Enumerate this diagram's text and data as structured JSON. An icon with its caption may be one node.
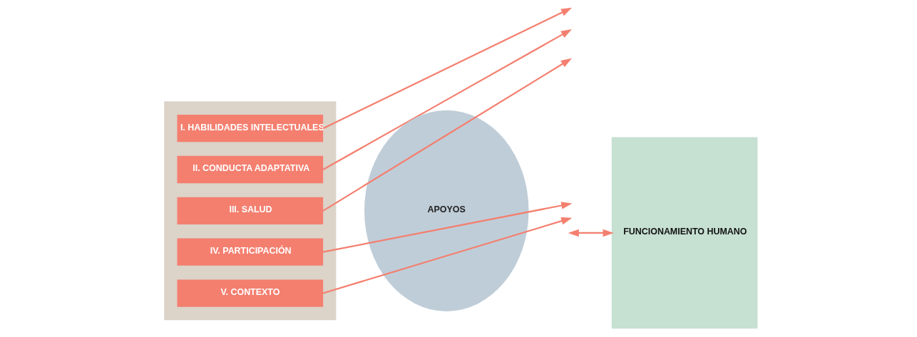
{
  "diagram": {
    "nodes": [
      {
        "text": [],
        "shape": "box"
      },
      {
        "text": [
          "I. HABILIDADES INTELECTUALES"
        ],
        "in": 0
      },
      {
        "text": [
          "II. CONDUCTA ADAPTATIVA"
        ],
        "in": 0
      },
      {
        "text": [
          "III. SALUD"
        ],
        "in": 0
      },
      {
        "text": [
          "IV. PARTICIPACIÓN"
        ],
        "in": 0
      },
      {
        "text": [
          "V. CONTEXTO"
        ],
        "in": 0
      },
      {
        "text": [
          "APOYOS"
        ]
      },
      {
        "text": [
          "FUNCIONAMIENTO HUMANO"
        ]
      }
    ],
    "edges": [
      {
        "from": 1,
        "to": null,
        "arrow": "to"
      },
      {
        "from": 2,
        "to": null,
        "arrow": "to"
      },
      {
        "from": 3,
        "to": null,
        "arrow": "to"
      },
      {
        "from": 4,
        "to": null,
        "arrow": "to"
      },
      {
        "from": 5,
        "to": null,
        "arrow": "to"
      },
      {
        "from": null,
        "to": 7,
        "arrow": "both"
      }
    ]
  }
}
